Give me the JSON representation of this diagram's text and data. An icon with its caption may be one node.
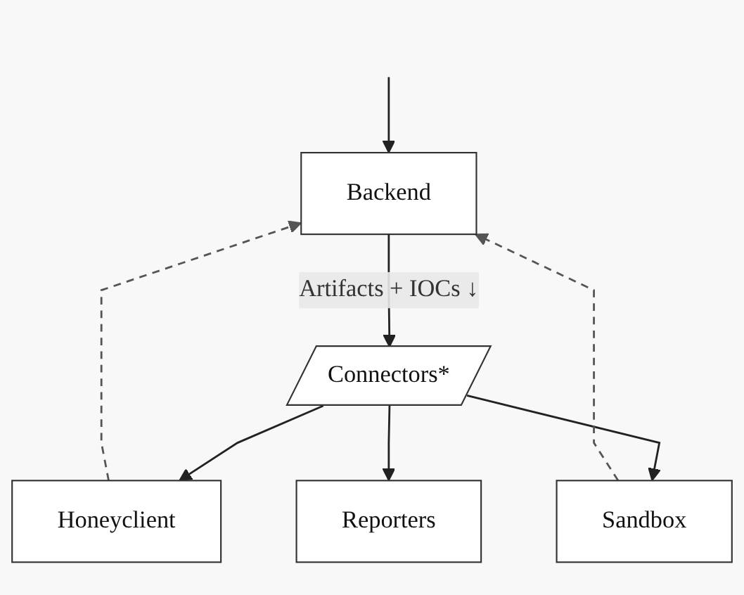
{
  "diagram": {
    "nodes": [
      {
        "text": [
          "Backend"
        ]
      },
      {
        "text": [
          "Connectors*"
        ]
      },
      {
        "text": [
          "Honeyclient"
        ]
      },
      {
        "text": [
          "Sandbox"
        ]
      },
      {
        "text": [
          "Reporters"
        ]
      }
    ],
    "edges": [
      {
        "from": null,
        "to": 0,
        "arrow": "to"
      },
      {
        "from": 0,
        "to": 1,
        "arrow": "to",
        "label": "Artifacts + IOCs ↓"
      },
      {
        "from": 1,
        "to": 2,
        "arrow": "to"
      },
      {
        "from": 1,
        "to": 3,
        "arrow": "to"
      },
      {
        "from": 1,
        "to": 4,
        "arrow": "to"
      },
      {
        "from": 2,
        "to": 0,
        "arrow": "to",
        "style": "dashed",
        "color": "#555555"
      },
      {
        "from": 3,
        "to": 0,
        "arrow": "to",
        "style": "dashed",
        "color": "#555555"
      }
    ]
  }
}
